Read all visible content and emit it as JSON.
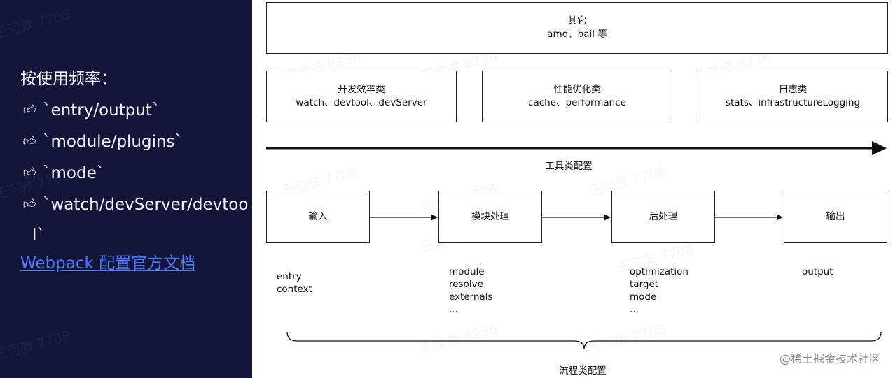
{
  "left_panel": {
    "heading": "按使用频率：",
    "bullet_icon": "thumbs-up-icon",
    "bullets": [
      "`entry/output`",
      "`module/plugins`",
      "`mode`",
      "`watch/devServer/devtoo"
    ],
    "bullet_wrap": "l`",
    "link_text": "Webpack 配置官方文档",
    "link_color": "#4f78ff",
    "background_color": "#15153a"
  },
  "diagram": {
    "tool_config": {
      "other_box": {
        "title": "其它",
        "items": "amd、bail 等"
      },
      "boxes": [
        {
          "title": "开发效率类",
          "items": "watch、devtool、devServer"
        },
        {
          "title": "性能优化类",
          "items": "cache、performance"
        },
        {
          "title": "日志类",
          "items": "stats、infrastructureLogging"
        }
      ],
      "label": "工具类配置"
    },
    "flow_config": {
      "steps": [
        {
          "title": "输入",
          "details": [
            "entry",
            "context"
          ]
        },
        {
          "title": "模块处理",
          "details": [
            "module",
            "resolve",
            "externals",
            "..."
          ]
        },
        {
          "title": "后处理",
          "details": [
            "optimization",
            "target",
            "mode",
            "..."
          ]
        },
        {
          "title": "输出",
          "details": [
            "output"
          ]
        }
      ],
      "label": "流程类配置"
    }
  },
  "watermark": {
    "lines": [
      "王河敦 7708",
      "范文杰 8236"
    ]
  },
  "credit": "@稀土掘金技术社区"
}
